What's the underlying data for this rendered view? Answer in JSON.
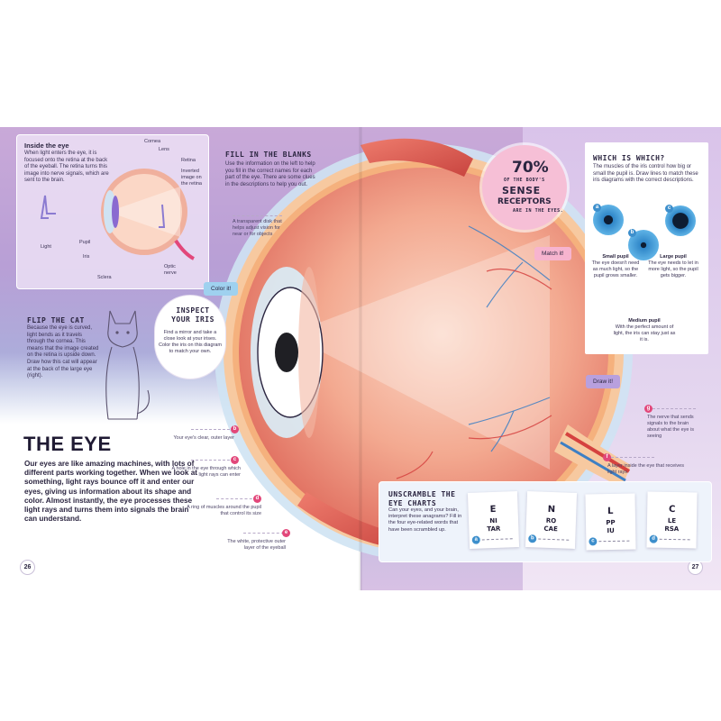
{
  "inside_eye": {
    "title": "Inside the eye",
    "body": "When light enters the eye, it is focused onto the retina at the back of the eyeball. The retina turns this image into nerve signals, which are sent to the brain.",
    "labels": {
      "cornea": "Cornea",
      "lens": "Lens",
      "retina": "Retina",
      "inverted": "Inverted image on the retina",
      "light": "Light",
      "pupil": "Pupil",
      "iris": "Iris",
      "sclera": "Sclera",
      "optic_nerve": "Optic nerve"
    }
  },
  "fill_blanks": {
    "title": "Fill in the blanks",
    "body": "Use the information on the left to help you fill in the correct names for each part of the eye. There are some clues in the descriptions to help you out."
  },
  "callouts": {
    "lens_clue": "A transparent disk that helps adjust vision for near or for objects",
    "b": "Your eye's clear, outer layer",
    "c": "A hole in the eye through which light rays can enter",
    "d": "A ring of muscles around the pupil that control its size",
    "e": "The white, protective outer layer of the eyeball",
    "g": "The nerve that sends signals to the brain about what the eye is seeing",
    "f": "A layer inside the eye that receives light rays"
  },
  "letters": {
    "b": "b",
    "c": "c",
    "d": "d",
    "e": "e",
    "f": "f",
    "g": "g",
    "a": "a"
  },
  "tags": {
    "color": "Color it!",
    "match": "Match it!",
    "draw": "Draw it!"
  },
  "flip_cat": {
    "title": "Flip the cat",
    "body": "Because the eye is curved, light bends as it travels through the cornea. This means that the image created on the retina is upside down. Draw how this cat will appear at the back of the large eye (right)."
  },
  "inspect": {
    "title": "Inspect your iris",
    "body": "Find a mirror and take a close look at your irises. Color the iris on this diagram to match your own."
  },
  "main": {
    "title": "THE EYE",
    "intro": "Our eyes are like amazing machines, with lots of different parts working together. When we look at something, light rays bounce off it and enter our eyes, giving us information about its shape and color. Almost instantly, the eye processes these light rays and turns them into signals the brain can understand."
  },
  "page_numbers": {
    "left": "26",
    "right": "27"
  },
  "badge": {
    "percent": "70%",
    "line1": "OF THE BODY'S",
    "line2": "SENSE",
    "line3": "RECEPTORS",
    "line4": "ARE IN THE EYES."
  },
  "which": {
    "title": "Which is which?",
    "body": "The muscles of the iris control how big or small the pupil is. Draw lines to match these iris diagrams with the correct descriptions.",
    "small_title": "Small pupil",
    "small_body": "The eye doesn't need as much light, so the pupil grows smaller.",
    "large_title": "Large pupil",
    "large_body": "The eye needs to let in more light, so the pupil gets bigger.",
    "medium_title": "Medium pupil",
    "medium_body": "With the perfect amount of light, the iris can stay just as it is."
  },
  "unscramble": {
    "title": "Unscramble the eye charts",
    "body": "Can your eyes, and your brain, interpret these anagrams? Fill in the four eye-related words that have been scrambled up.",
    "cards": [
      {
        "letter": "a",
        "line1": "E",
        "line2": "NI",
        "line3": "TAR"
      },
      {
        "letter": "b",
        "line1": "N",
        "line2": "RO",
        "line3": "CAE"
      },
      {
        "letter": "c",
        "line1": "L",
        "line2": "PP",
        "line3": "IU"
      },
      {
        "letter": "d",
        "line1": "C",
        "line2": "LE",
        "line3": "RSA"
      }
    ]
  },
  "colors": {
    "accent_pink": "#e2477a",
    "accent_blue": "#3d8fcc",
    "tag_blue": "#9fd1ef",
    "tag_pink": "#f7b4cf",
    "tag_violet": "#b8a0de"
  }
}
